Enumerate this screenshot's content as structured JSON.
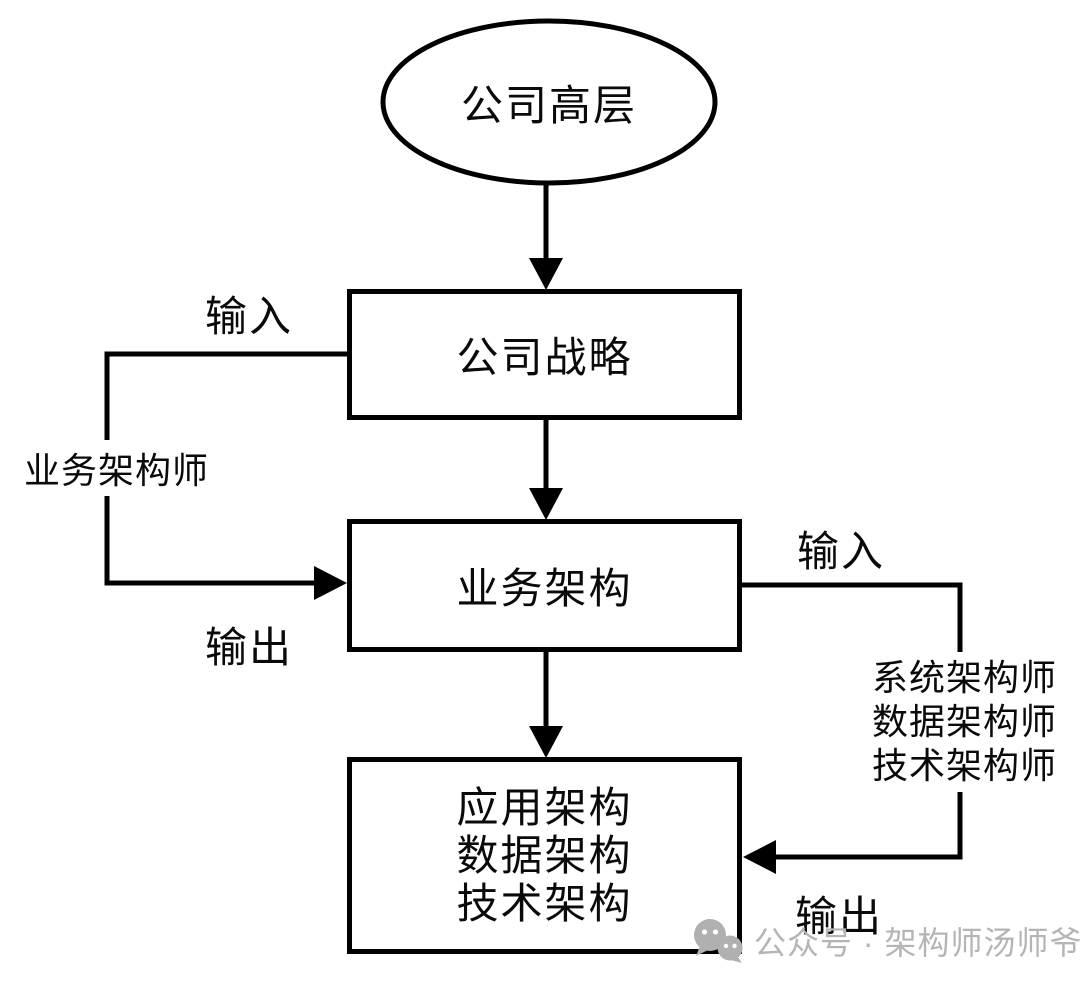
{
  "diagram": {
    "nodes": {
      "executives": {
        "label": "公司高层",
        "shape": "ellipse"
      },
      "strategy": {
        "label": "公司战略",
        "shape": "rect"
      },
      "business": {
        "label": "业务架构",
        "shape": "rect"
      },
      "detail": {
        "shape": "rect",
        "lines": [
          "应用架构",
          "数据架构",
          "技术架构"
        ]
      }
    },
    "edge_labels": {
      "left_input": "输入",
      "left_role": "业务架构师",
      "left_output": "输出",
      "right_input": "输入",
      "right_roles": [
        "系统架构师",
        "数据架构师",
        "技术架构师"
      ],
      "right_output": "输出"
    },
    "colors": {
      "stroke": "#000000",
      "node_fill": "#ffffff",
      "background": "#ffffff",
      "watermark": "#b5b5b5"
    }
  },
  "watermark": {
    "icon": "wechat-icon",
    "text": "公众号 · 架构师汤师爷"
  }
}
